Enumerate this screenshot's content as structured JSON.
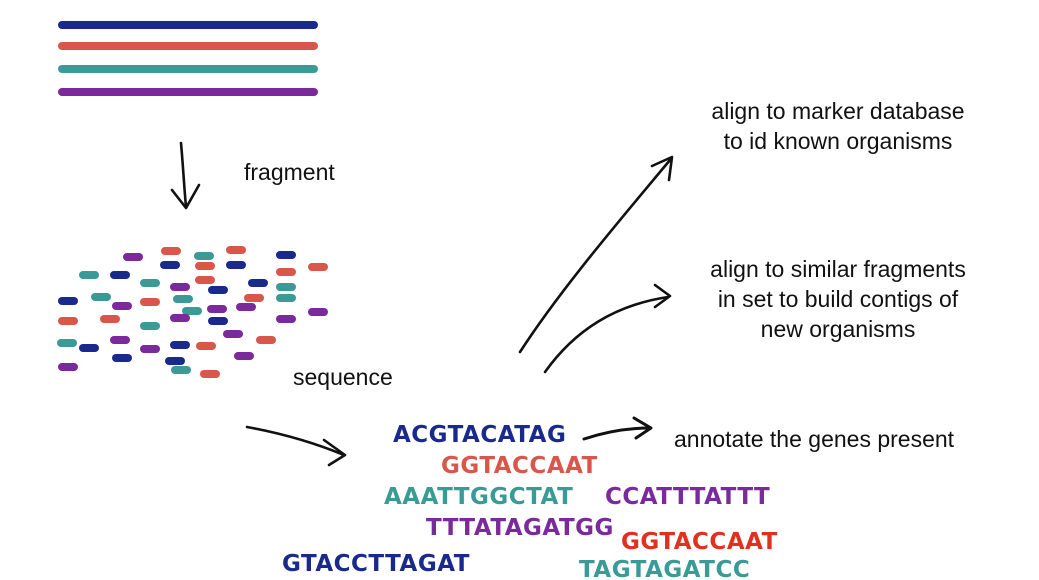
{
  "colors": {
    "navy": "#1a2a8c",
    "coral": "#d9574a",
    "teal": "#3a9a96",
    "purple": "#7a2a9a",
    "red": "#e0301e",
    "ink": "#111111"
  },
  "strands": [
    "navy",
    "coral",
    "teal",
    "purple"
  ],
  "labels": {
    "fragment": "fragment",
    "sequence": "sequence",
    "align_marker_line1": "align to marker database",
    "align_marker_line2": "to id known organisms",
    "align_similar_line1": "align to similar fragments",
    "align_similar_line2": "in set to build contigs of",
    "align_similar_line3": "new organisms",
    "annotate": "annotate the genes present"
  },
  "sequences": [
    {
      "text": "ACGTACATAG",
      "color": "navy"
    },
    {
      "text": "GGTACCAAT",
      "color": "coral"
    },
    {
      "text": "AAATTGGCTAT",
      "color": "teal"
    },
    {
      "text": "CCATTTATTT",
      "color": "purple"
    },
    {
      "text": "TTTATAGATGG",
      "color": "purple"
    },
    {
      "text": "GGTACCAAT",
      "color": "red"
    },
    {
      "text": "GTACCTTAGAT",
      "color": "navy"
    },
    {
      "text": "TAGTAGATCC",
      "color": "teal"
    }
  ]
}
